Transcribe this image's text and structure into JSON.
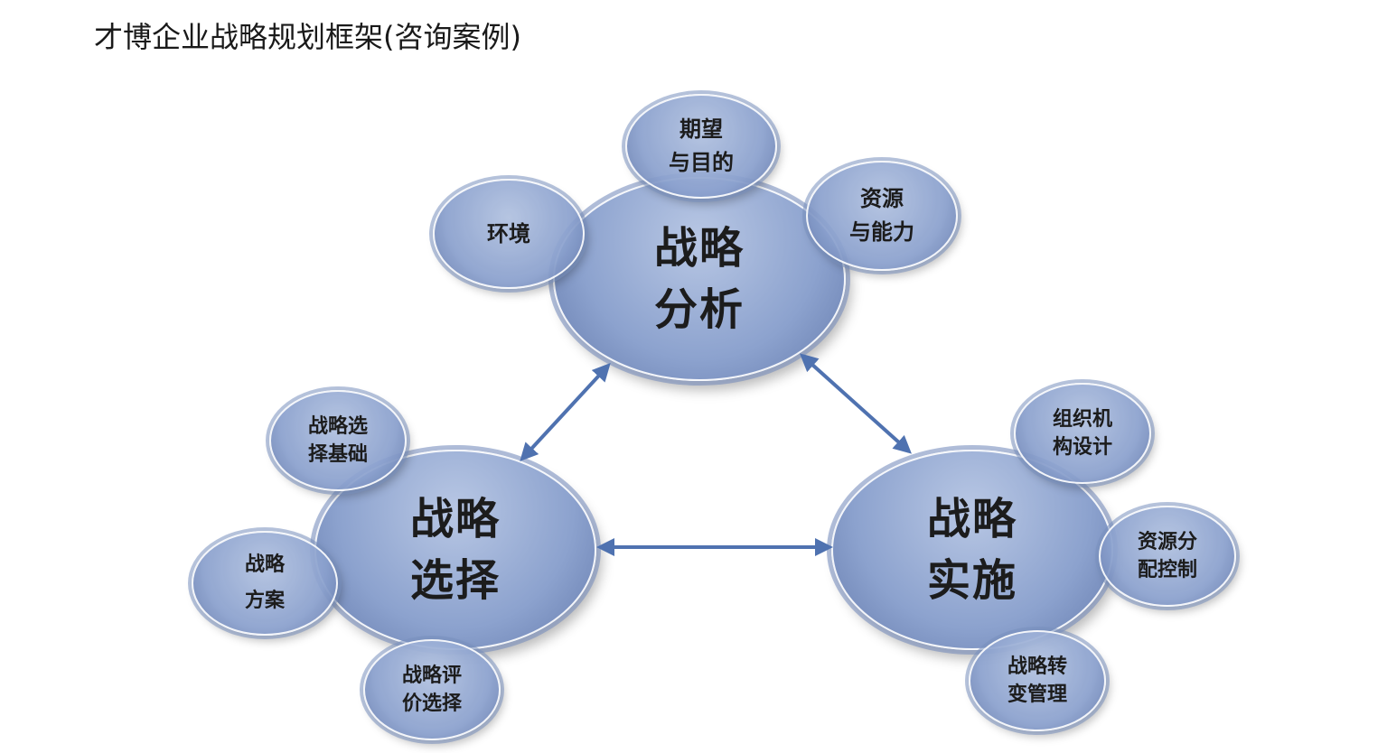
{
  "title": "才博企业战略规划框架(咨询案例)",
  "colors": {
    "bubble_fill": "#8ea4cf",
    "bubble_edge": "#6f86b8",
    "arrow": "#4f72b0",
    "text": "#1c1c1c"
  },
  "diagram": {
    "main_nodes": [
      {
        "id": "analysis",
        "line1": "战略",
        "line2": "分析"
      },
      {
        "id": "choice",
        "line1": "战略",
        "line2": "选择"
      },
      {
        "id": "implementation",
        "line1": "战略",
        "line2": "实施"
      }
    ],
    "sub_nodes": {
      "analysis": [
        {
          "line1": "期望",
          "line2": "与目的"
        },
        {
          "line1": "环境",
          "line2": ""
        },
        {
          "line1": "资源",
          "line2": "与能力"
        }
      ],
      "choice": [
        {
          "line1": "战略选",
          "line2": "择基础"
        },
        {
          "line1": "战略",
          "line2": "方案"
        },
        {
          "line1": "战略评",
          "line2": "价选择"
        }
      ],
      "implementation": [
        {
          "line1": "组织机",
          "line2": "构设计"
        },
        {
          "line1": "资源分",
          "line2": "配控制"
        },
        {
          "line1": "战略转",
          "line2": "变管理"
        }
      ]
    },
    "connections": [
      {
        "from": "analysis",
        "to": "choice",
        "style": "double-arrow"
      },
      {
        "from": "analysis",
        "to": "implementation",
        "style": "double-arrow"
      },
      {
        "from": "choice",
        "to": "implementation",
        "style": "double-arrow"
      }
    ]
  }
}
